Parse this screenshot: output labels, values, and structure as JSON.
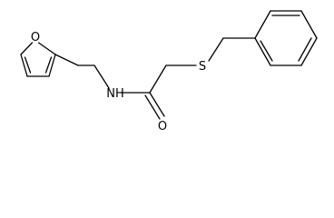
{
  "molecule": {
    "atoms": {
      "furan_oxygen": "O",
      "amide_nitrogen": "NH",
      "carbonyl_oxygen": "O",
      "thioether_sulfur": "S"
    }
  },
  "colors": {
    "bond": "#000000",
    "label": "#000000",
    "background": "#ffffff"
  }
}
